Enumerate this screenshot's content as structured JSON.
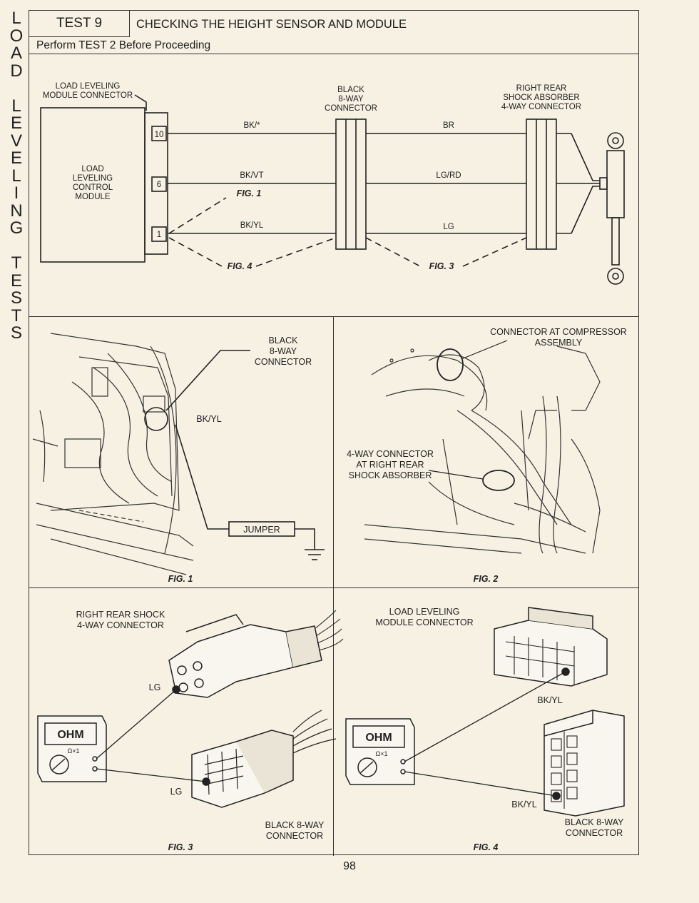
{
  "side_title": [
    "L",
    "O",
    "A",
    "D",
    "",
    "L",
    "E",
    "V",
    "E",
    "L",
    "I",
    "N",
    "G",
    "",
    "T",
    "E",
    "S",
    "T",
    "S"
  ],
  "header": {
    "test": "TEST 9",
    "title": "CHECKING THE HEIGHT SENSOR AND MODULE",
    "subtitle": "Perform TEST 2 Before Proceeding"
  },
  "schematic": {
    "module_connector_label": [
      "LOAD LEVELING",
      "MODULE CONNECTOR"
    ],
    "module_label": [
      "LOAD",
      "LEVELING",
      "CONTROL",
      "MODULE"
    ],
    "pins": [
      "10",
      "6",
      "1"
    ],
    "black_connector_label": [
      "BLACK",
      "8-WAY",
      "CONNECTOR"
    ],
    "shock_connector_label": [
      "RIGHT REAR",
      "SHOCK ABSORBER",
      "4-WAY CONNECTOR"
    ],
    "wires_left": [
      "BK/*",
      "BK/VT",
      "BK/YL"
    ],
    "wires_right": [
      "BR",
      "LG/RD",
      "LG"
    ],
    "fig_refs": [
      "FIG. 1",
      "FIG. 4",
      "FIG. 3"
    ]
  },
  "fig1": {
    "caption": "FIG. 1",
    "connector_label": [
      "BLACK",
      "8-WAY",
      "CONNECTOR"
    ],
    "wire_label": "BK/YL",
    "jumper_label": "JUMPER"
  },
  "fig2": {
    "caption": "FIG. 2",
    "compressor_label": [
      "CONNECTOR AT COMPRESSOR",
      "ASSEMBLY"
    ],
    "shock_label": [
      "4-WAY CONNECTOR",
      "AT RIGHT REAR",
      "SHOCK ABSORBER"
    ]
  },
  "fig3": {
    "caption": "FIG. 3",
    "shock_label": [
      "RIGHT REAR SHOCK",
      "4-WAY CONNECTOR"
    ],
    "lg_top": "LG",
    "lg_bottom": "LG",
    "meter_display": "OHM",
    "meter_range": "Ω×1",
    "black_label": [
      "BLACK 8-WAY",
      "CONNECTOR"
    ]
  },
  "fig4": {
    "caption": "FIG. 4",
    "module_label": [
      "LOAD LEVELING",
      "MODULE CONNECTOR"
    ],
    "wire_top": "BK/YL",
    "wire_bottom": "BK/YL",
    "meter_display": "OHM",
    "meter_range": "Ω×1",
    "black_label": [
      "BLACK 8-WAY",
      "CONNECTOR"
    ]
  },
  "page_number": "98"
}
